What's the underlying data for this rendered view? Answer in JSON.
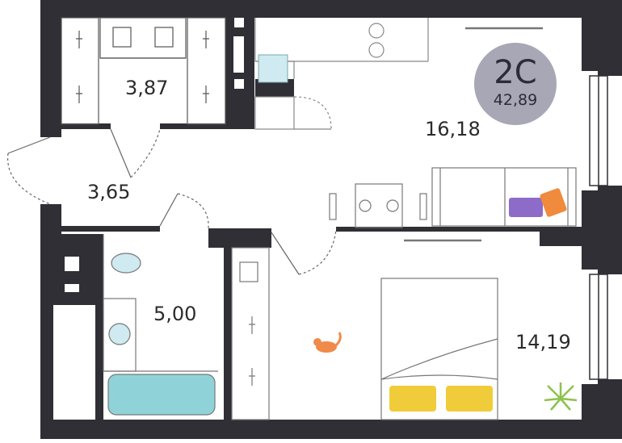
{
  "apartment": {
    "type_code": "2С",
    "total_area": "42,89"
  },
  "rooms": [
    {
      "id": "wardrobe",
      "area": "3,87"
    },
    {
      "id": "kitchen-living",
      "area": "16,18"
    },
    {
      "id": "hallway",
      "area": "3,65"
    },
    {
      "id": "bathroom",
      "area": "5,00"
    },
    {
      "id": "bedroom",
      "area": "14,19"
    }
  ],
  "colors": {
    "wall": "#2f2f35",
    "badge": "#a7a7b6",
    "bathtub": "#8fd3d8",
    "pillow": "#f1cc3a",
    "cat": "#f08a4b",
    "plant": "#8bc34a",
    "cushion_purple": "#8d6cc9",
    "cushion_orange": "#f08a3c"
  }
}
